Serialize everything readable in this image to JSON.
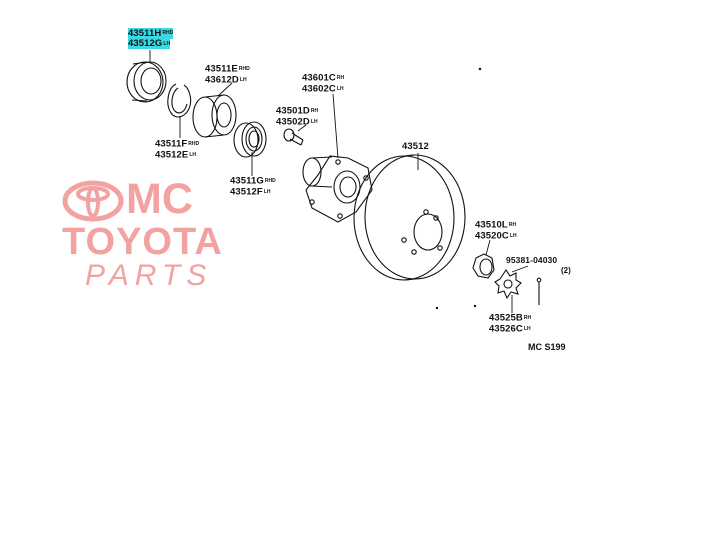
{
  "watermark": {
    "logo_text": "MC",
    "brand": "TOYOTA",
    "tagline": "PARTS",
    "color": "#f3a2a2"
  },
  "highlight_color": "#39d9e6",
  "labels": {
    "oil_seal": {
      "line1": "43511H",
      "sub1": "RHD",
      "line2": "43512G",
      "sub2": "LH"
    },
    "bearing_outer": {
      "line1": "43511E",
      "sub1": "RHD",
      "line2": "43612D",
      "sub2": "LH"
    },
    "snap_ring": {
      "line1": "43511F",
      "sub1": "RHD",
      "line2": "43512E",
      "sub2": "LH"
    },
    "bearing_inner": {
      "line1": "43511G",
      "sub1": "RHD",
      "line2": "43512F",
      "sub2": "LH"
    },
    "hub": {
      "line1": "43601C",
      "sub1": "RH",
      "line2": "43602C",
      "sub2": "LH"
    },
    "hub_bolt": {
      "line1": "43501D",
      "sub1": "RH",
      "line2": "43502D",
      "sub2": "LH"
    },
    "disc": {
      "line1": "43512"
    },
    "nut": {
      "line1": "43510L",
      "sub1": "RH",
      "line2": "43520C",
      "sub2": "LH"
    },
    "cotter_pin": {
      "line1": "95381-04030",
      "qty": "(2)"
    },
    "lock_cap": {
      "line1": "43525B",
      "sub1": "RH",
      "line2": "43526C",
      "sub2": "LH"
    }
  },
  "diagram_ref": "MC S199"
}
